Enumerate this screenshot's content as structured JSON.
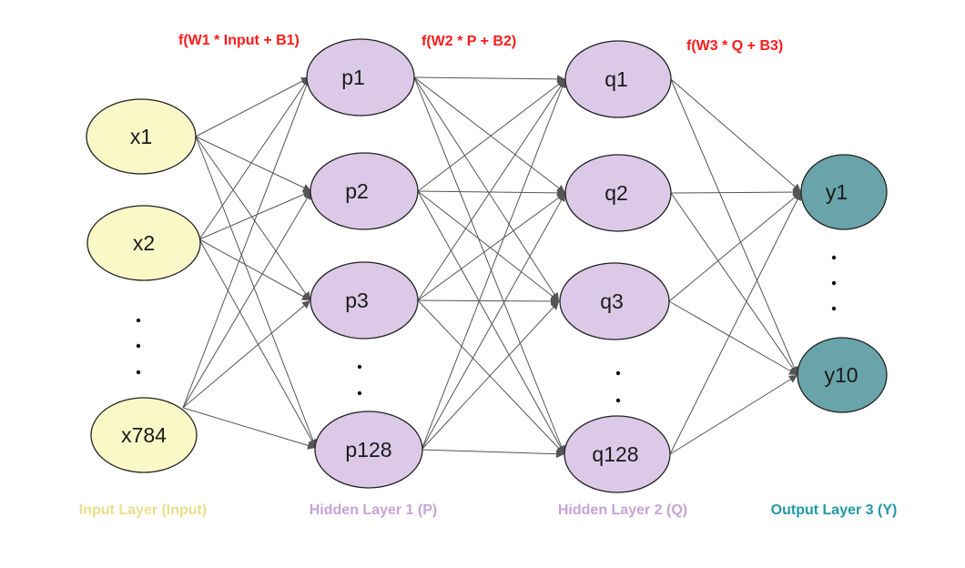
{
  "colors": {
    "input_fill": "#fbf8c8",
    "hidden1_fill": "#dcc9e8",
    "hidden2_fill": "#dcc9e8",
    "output_fill": "#69a4ab",
    "input_label": "#e8e18a",
    "hidden1_label": "#c6a3d9",
    "hidden2_label": "#c6a3d9",
    "output_label": "#1f9aa6",
    "formula": "#ff1a1a",
    "edge": "#555555"
  },
  "formulas": {
    "f1": "f(W1 * Input + B1)",
    "f2": "f(W2 * P + B2)",
    "f3": "f(W3 * Q + B3)"
  },
  "layers": {
    "input": {
      "label": "Input Layer (Input)",
      "nodes": [
        "x1",
        "x2",
        "x784"
      ]
    },
    "hidden1": {
      "label": "Hidden Layer 1 (P)",
      "nodes": [
        "p1",
        "p2",
        "p3",
        "p128"
      ]
    },
    "hidden2": {
      "label": "Hidden Layer 2 (Q)",
      "nodes": [
        "q1",
        "q2",
        "q3",
        "q128"
      ]
    },
    "output": {
      "label": "Output Layer 3 (Y)",
      "nodes": [
        "y1",
        "y10"
      ]
    }
  }
}
